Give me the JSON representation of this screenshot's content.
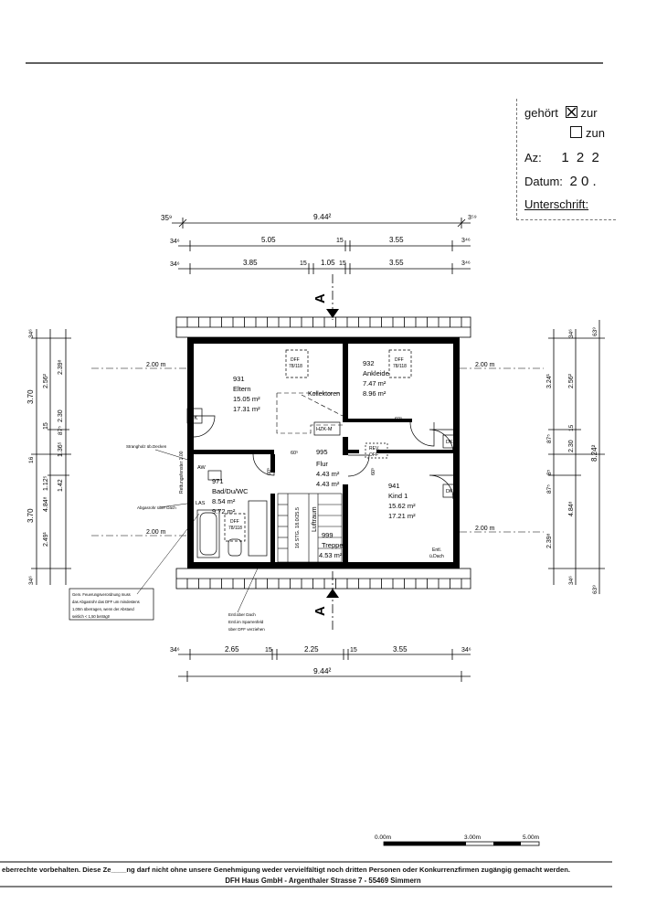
{
  "stamp": {
    "owner_label": "gehört",
    "opt1": "zur",
    "opt2": "zun",
    "az_label": "Az:",
    "az_value": "1 2 2",
    "datum_label": "Datum:",
    "datum_value": "2 0 .",
    "signature_label": "Unterschrift:"
  },
  "dims_top": {
    "total_left": "35⁹",
    "total": "9.44²",
    "total_right": "3⁵⁹",
    "r2_left": "34⁶",
    "r2_a": "5.05",
    "r2_b": "15",
    "r2_c": "3.55",
    "r2_right": "3⁴⁶",
    "r3_left": "34⁶",
    "r3_a": "3.85",
    "r3_b": "15",
    "r3_c": "1.05",
    "r3_d": "15",
    "r3_e": "3.55",
    "r3_right": "3⁴⁶"
  },
  "dims_bottom": {
    "left": "34⁶",
    "a": "2.65",
    "b": "15",
    "c": "2.25",
    "d": "15",
    "e": "3.55",
    "right": "34⁶",
    "total": "9.44²"
  },
  "dims_left": {
    "d1": "3.70",
    "d2": "3.70",
    "a1": "2.56²",
    "a2": "15",
    "a3": "1.12⁵",
    "a4": "4.84⁸",
    "a5": "2.49¹",
    "b1": "2.39⁸",
    "b2": "2.30",
    "b3": "1.36⁵",
    "b4": "1.42",
    "c1": "87⁵",
    "c2": "16",
    "s1": "34⁶",
    "s2": "34⁶"
  },
  "dims_right": {
    "a1": "3.24¹",
    "a2": "2.56²",
    "a3": "2.30",
    "a4": "87⁵",
    "a5": "87⁵",
    "a6": "4.84⁸",
    "a7": "2.39⁸",
    "b1": "8.24²",
    "s1": "34⁶",
    "s2": "63⁹",
    "s3": "34⁶",
    "s4": "63⁹",
    "c1": "15",
    "c2": "8⁵"
  },
  "section_mark": "A",
  "levels": {
    "left_upper": "2.00 m",
    "left_lower": "2.00 m",
    "right_upper": "2.00 m",
    "right_lower": "2.00 m"
  },
  "rooms": [
    {
      "id": "931",
      "name": "Eltern",
      "area1": "15.05 m²",
      "area2": "17.31 m²"
    },
    {
      "id": "932",
      "name": "Ankleide",
      "area1": "7.47 m²",
      "area2": "8.96 m²"
    },
    {
      "id": "995",
      "name": "Flur",
      "area1": "4.43 m²",
      "area2": "4.43 m²"
    },
    {
      "id": "971",
      "name": "Bad/Du/WC",
      "area1": "8.54 m²",
      "area2": "9.72 m²"
    },
    {
      "id": "941",
      "name": "Kind 1",
      "area1": "15.62 m²",
      "area2": "17.21 m²"
    },
    {
      "id": "999",
      "name": "Treppe",
      "area1": "4.53 m²"
    }
  ],
  "plan_labels": {
    "dff1_a": "DFF",
    "dff1_b": "78/118",
    "dff2_a": "DFF",
    "dff2_b": "78/118",
    "dff3_a": "DFF",
    "dff3_b": "78/118",
    "dk": "DK",
    "dk2": "DK",
    "dk3": "DK",
    "kollektoren": "Kollektoren",
    "hzk": "HZK-M",
    "rev1": "REV.",
    "rev2": "OFF",
    "luftraum": "Luftraum",
    "stair_spec": "16 STG. 18.0/25.5",
    "entl_a": "Entl.",
    "entl_b": "ü.Dach",
    "las": "LAS",
    "aw": "AW",
    "sq1": "60⁵",
    "sq2": "60⁵",
    "sq3": "60⁵",
    "sq4": "60⁵"
  },
  "notes": {
    "left_top": "Strangholz üb.Decken",
    "left_vertical": "Rettungsfenster 1.00",
    "abgasrohr": "Abgasrohr über Dach",
    "feuer1": "Gem. Feuerungsverordnung muss",
    "feuer2": "das Abgasrohr das DFF um mindestens",
    "feuer3": "1,00m überragen, wenn der Abstand",
    "feuer4": "seitlich < 1,50 beträgt!",
    "entl1": "Entl.über Dach",
    "entl2": "Entl.im Sparrenfeld",
    "entl3": "über DFF verziehen"
  },
  "scale": {
    "s0": "0.00m",
    "s1": "3.00m",
    "s2": "5.00m"
  },
  "footer": {
    "line1": "eberrechte vorbehalten. Diese Ze____ng darf nicht ohne unsere Genehmigung weder vervielfältigt noch dritten Personen oder Konkurrenzfirmen zugängig gemacht werden.",
    "line2": "DFH Haus GmbH - Argenthaler Strasse 7 - 55469 Simmern"
  }
}
